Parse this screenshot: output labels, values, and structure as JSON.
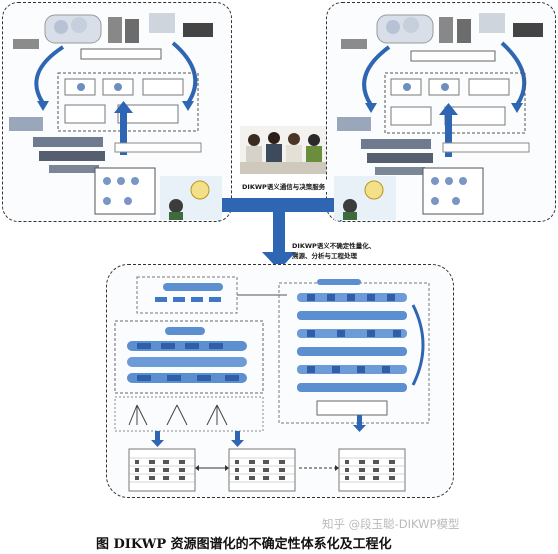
{
  "center": {
    "meeting_label": "DIKWP语义通信与决策服务",
    "process_label_line1": "DIKWP语义不确定性量化、",
    "process_label_line2": "溯源、分析与工程处理"
  },
  "watermark": "知乎 @段玉聪-DIKWP模型",
  "caption": "图  DIKWP 资源图谱化的不确定性体系化及工程化",
  "colors": {
    "arrow": "#2f66b3",
    "panel_border": "#333333",
    "ribbon": "#5c8fd0"
  }
}
